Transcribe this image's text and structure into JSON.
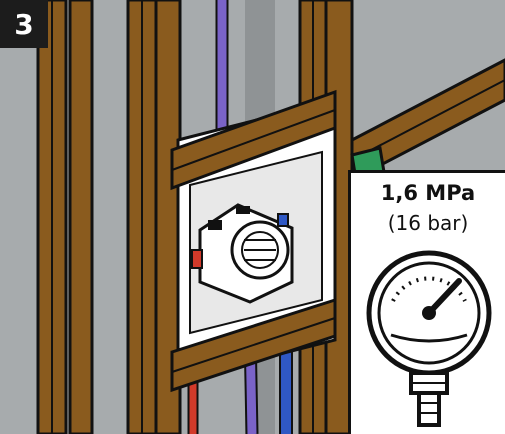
{
  "step": {
    "number": "3"
  },
  "pressure": {
    "mpa": "1,6 MPa",
    "bar": "(16 bar)",
    "gauge_icon": "pressure-gauge-icon"
  },
  "colors": {
    "wood": "#8a5b1e",
    "wall": "#a7abad",
    "cold_pipe": "#2f58c4",
    "hot_pipe": "#d23a2a",
    "pex_pipe": "#7a63c8",
    "outline": "#111111"
  }
}
